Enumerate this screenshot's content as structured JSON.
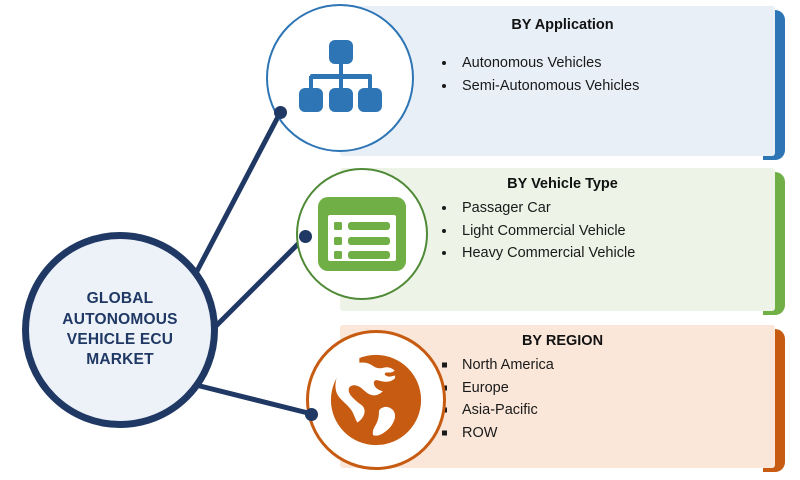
{
  "hub": {
    "label": "GLOBAL\nAUTONOMOUS\nVEHICLE ECU\nMARKET",
    "color": "#1F3864",
    "fill": "#EDF1F8"
  },
  "colors": {
    "application_accent": "#2E75B6",
    "application_fill": "#E8EFF7",
    "vehicle_accent": "#6FAF46",
    "vehicle_fill": "#EDF4E7",
    "region_accent": "#C75B12",
    "region_fill": "#FAE7DA",
    "connector": "#1F3864"
  },
  "branches": [
    {
      "key": "application",
      "title": "BY  Application",
      "icon": "hierarchy-icon",
      "bullet_style": "round",
      "items": [
        "Autonomous Vehicles",
        "Semi-Autonomous Vehicles"
      ]
    },
    {
      "key": "vehicle_type",
      "title": "BY Vehicle Type",
      "icon": "list-icon",
      "bullet_style": "round",
      "items": [
        "Passager Car",
        "Light Commercial Vehicle",
        "Heavy Commercial Vehicle"
      ]
    },
    {
      "key": "region",
      "title": "BY REGION",
      "icon": "globe-icon",
      "bullet_style": "square",
      "items": [
        "North America",
        "Europe",
        "Asia-Pacific",
        "ROW"
      ]
    }
  ]
}
